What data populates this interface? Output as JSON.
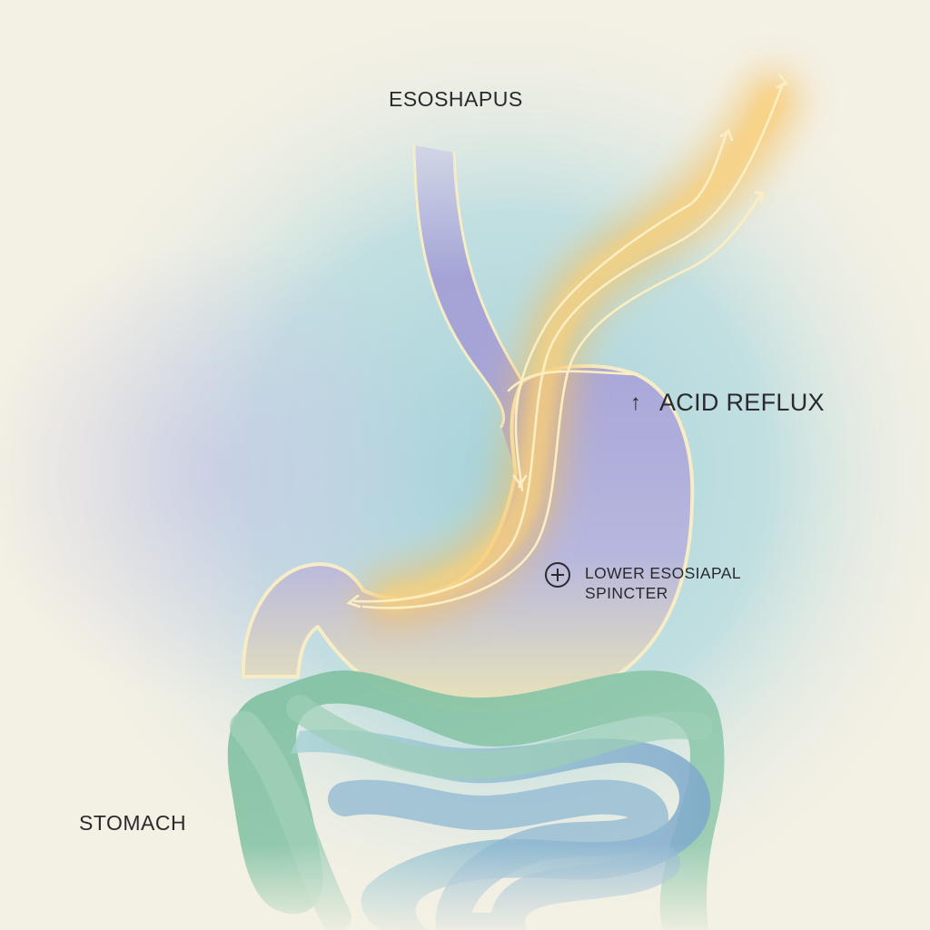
{
  "labels": {
    "esophagus": "ESOSHAPUS",
    "acid_reflux": "ACID REFLUX",
    "sphincter_line1": "LOWER ESOSIAPAL",
    "sphincter_line2": "SPINCTER",
    "stomach": "STOMACH"
  },
  "icons": {
    "reflux_indicator": "up-arrow-icon",
    "sphincter_indicator": "circled-plus-icon"
  },
  "colors": {
    "background": "#f3f0e4",
    "background_glow": "#a9d3d9",
    "organ_lavender": "#a9a7d6",
    "acid_orange": "#f7c46a",
    "outline_cream": "#f6ecc6",
    "intestine_green": "#86c2a6",
    "intestine_blue": "#86aed0",
    "text": "#2a2a2e"
  }
}
